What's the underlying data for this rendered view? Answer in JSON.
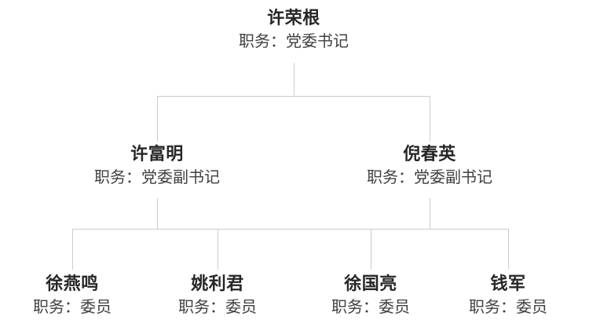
{
  "org_chart": {
    "position_label_prefix": "职务",
    "levels": [
      {
        "nodes": [
          {
            "name": "许荣根",
            "position": "职务：党委书记"
          }
        ]
      },
      {
        "nodes": [
          {
            "name": "许富明",
            "position": "职务：党委副书记"
          },
          {
            "name": "倪春英",
            "position": "职务：党委副书记"
          }
        ]
      },
      {
        "nodes": [
          {
            "name": "徐燕鸣",
            "position": "职务：委员"
          },
          {
            "name": "姚利君",
            "position": "职务：委员"
          },
          {
            "name": "徐国亮",
            "position": "职务：委员"
          },
          {
            "name": "钱军",
            "position": "职务：委员"
          }
        ]
      }
    ],
    "hierarchy": {
      "许荣根": [
        "许富明",
        "倪春英"
      ],
      "许富明": [
        "徐燕鸣",
        "姚利君"
      ],
      "倪春英": [
        "徐国亮",
        "钱军"
      ]
    }
  },
  "colors": {
    "background": "#ffffff",
    "name_text": "#262626",
    "position_text": "#404040",
    "connector_line": "#cbcbcb"
  }
}
